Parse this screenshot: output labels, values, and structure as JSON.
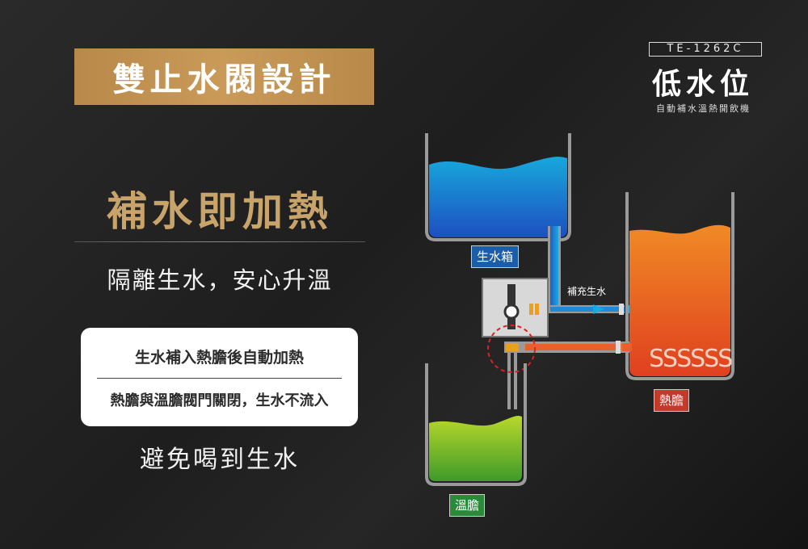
{
  "title_banner": "雙止水閥設計",
  "headline": "補水即加熱",
  "subline": "隔離生水，安心升溫",
  "info_box": {
    "line1": "生水補入熱膽後自動加熱",
    "line2": "熱膽與溫膽閥門關閉，生水不流入"
  },
  "bottomline": "避免喝到生水",
  "product": {
    "model": "TE-1262C",
    "feature": "低水位",
    "description": "自動補水溫熱開飲機"
  },
  "diagram": {
    "raw_tank_label": "生水箱",
    "hot_tank_label": "熱膽",
    "warm_tank_label": "溫膽",
    "refill_label": "補充生水",
    "heat_glyph": "SSSSSS"
  },
  "colors": {
    "gold": "#c9a46a",
    "raw_water": "#1f63c8",
    "hot_water": "#e8551f",
    "warm_water": "#6fbf2a"
  }
}
